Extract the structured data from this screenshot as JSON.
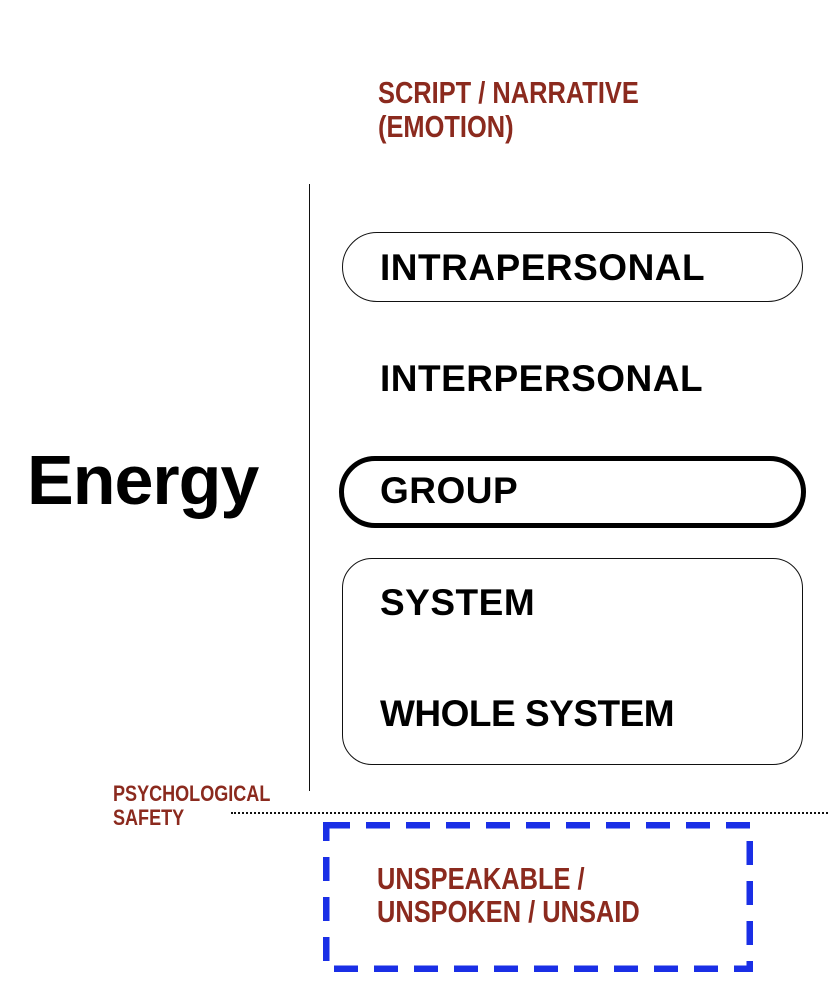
{
  "diagram": {
    "top_label_line1": "SCRIPT / NARRATIVE",
    "top_label_line2": "(EMOTION)",
    "axis_label": "Energy",
    "levels": [
      "INTRAPERSONAL",
      "INTERPERSONAL",
      "GROUP",
      "SYSTEM",
      "WHOLE SYSTEM"
    ],
    "threshold_label_line1": "PSYCHOLOGICAL",
    "threshold_label_line2": "SAFETY",
    "below_label_line1": "UNSPEAKABLE /",
    "below_label_line2": "UNSPOKEN / UNSAID"
  },
  "colors": {
    "label_red": "#8b2a1e",
    "dashed_blue": "#1a2fe6",
    "text_black": "#000000"
  }
}
